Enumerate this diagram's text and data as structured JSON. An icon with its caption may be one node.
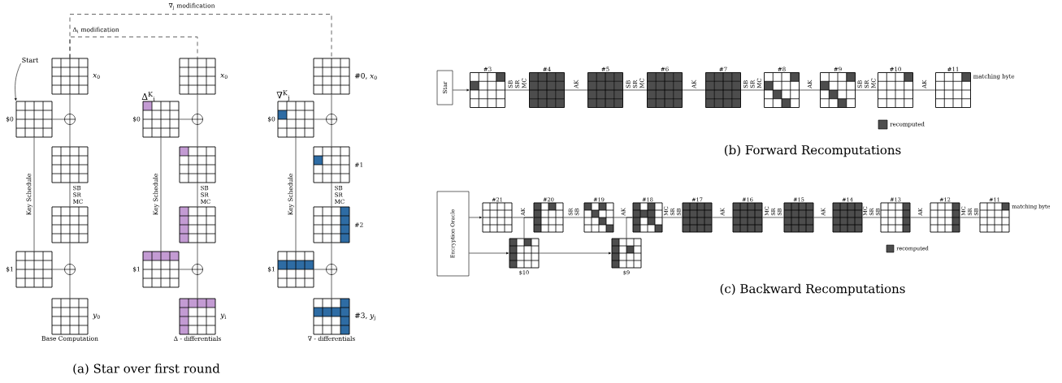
{
  "diagram": {
    "nodes": [
      {
        "text": [
          "Start"
        ]
      },
      {
        "text": [],
        "shape": "grid",
        "beside": [
          "*x*$_{0}$"
        ]
      },
      {
        "text": [],
        "shape": "grid",
        "beside": [
          "$0"
        ]
      },
      {
        "text": [],
        "shape": "circle"
      },
      {
        "text": [],
        "shape": "grid"
      },
      {
        "text": [],
        "shape": "grid"
      },
      {
        "text": [],
        "shape": "grid",
        "beside": [
          "$1"
        ]
      },
      {
        "text": [],
        "shape": "circle"
      },
      {
        "text": [],
        "shape": "grid",
        "beside": [
          "*y*$_{0}$",
          "Base Computation"
        ]
      },
      {
        "text": [],
        "shape": "grid",
        "beside": [
          "*x*$_{0}$"
        ]
      },
      {
        "text": [],
        "shape": "grid",
        "beside": [
          "Δ$^{K}$$_{i}$",
          "$0"
        ]
      },
      {
        "text": [],
        "shape": "circle"
      },
      {
        "text": [],
        "shape": "grid"
      },
      {
        "text": [],
        "shape": "grid"
      },
      {
        "text": [],
        "shape": "grid",
        "beside": [
          "$1"
        ]
      },
      {
        "text": [],
        "shape": "circle"
      },
      {
        "text": [],
        "shape": "grid",
        "beside": [
          "*y*$_{i}$",
          "Δ - differentials"
        ]
      },
      {
        "text": [],
        "shape": "grid",
        "beside": [
          "#0, *x*$_{0}$"
        ]
      },
      {
        "text": [],
        "shape": "grid",
        "beside": [
          "∇$^{K}$$_{j}$",
          "$0"
        ]
      },
      {
        "text": [],
        "shape": "circle"
      },
      {
        "text": [],
        "shape": "grid",
        "beside": [
          "#1"
        ]
      },
      {
        "text": [],
        "shape": "grid",
        "beside": [
          "#2"
        ]
      },
      {
        "text": [],
        "shape": "grid",
        "beside": [
          "$1"
        ]
      },
      {
        "text": [],
        "shape": "circle"
      },
      {
        "text": [],
        "shape": "grid",
        "beside": [
          "#3, *y*$_{j}$",
          "∇ - differentials"
        ]
      },
      {
        "text": [
          "Star"
        ]
      },
      {
        "text": [],
        "shape": "grid",
        "beside": [
          "#3"
        ]
      },
      {
        "text": [],
        "shape": "grid",
        "beside": [
          "#4"
        ]
      },
      {
        "text": [],
        "shape": "grid",
        "beside": [
          "#5"
        ]
      },
      {
        "text": [],
        "shape": "grid",
        "beside": [
          "#6"
        ]
      },
      {
        "text": [],
        "shape": "grid",
        "beside": [
          "#7"
        ]
      },
      {
        "text": [],
        "shape": "grid",
        "beside": [
          "#8"
        ]
      },
      {
        "text": [],
        "shape": "grid",
        "beside": [
          "#9"
        ]
      },
      {
        "text": [],
        "shape": "grid",
        "beside": [
          "#10"
        ]
      },
      {
        "text": [],
        "shape": "grid",
        "beside": [
          "#11",
          "matching byte"
        ]
      },
      {
        "text": [
          "Encryption Oracle"
        ]
      },
      {
        "text": [],
        "shape": "grid",
        "beside": [
          "#21"
        ]
      },
      {
        "text": [],
        "shape": "grid",
        "beside": [
          "#20"
        ]
      },
      {
        "text": [],
        "shape": "grid",
        "beside": [
          "#19"
        ]
      },
      {
        "text": [],
        "shape": "grid",
        "beside": [
          "#18"
        ]
      },
      {
        "text": [],
        "shape": "grid",
        "beside": [
          "#17"
        ]
      },
      {
        "text": [],
        "shape": "grid",
        "beside": [
          "#16"
        ]
      },
      {
        "text": [],
        "shape": "grid",
        "beside": [
          "#15"
        ]
      },
      {
        "text": [],
        "shape": "grid",
        "beside": [
          "#14"
        ]
      },
      {
        "text": [],
        "shape": "grid",
        "beside": [
          "#13"
        ]
      },
      {
        "text": [],
        "shape": "grid",
        "beside": [
          "#12"
        ]
      },
      {
        "text": [],
        "shape": "grid",
        "beside": [
          "#11",
          "matching byte"
        ]
      },
      {
        "text": [],
        "shape": "grid",
        "beside": [
          "$10"
        ]
      },
      {
        "text": [],
        "shape": "grid",
        "beside": [
          "$9"
        ]
      }
    ],
    "edges": [
      {
        "from": 0,
        "to": 2,
        "arrow": "to"
      },
      {
        "from": 1,
        "to": 9,
        "arrow": "none",
        "style": "dashed",
        "label": "Δ$_{i}$ modification"
      },
      {
        "from": 1,
        "to": 17,
        "arrow": "none",
        "style": "dashed",
        "label": "∇$_{j}$ modification"
      },
      {
        "from": 1,
        "to": 3,
        "arrow": "none"
      },
      {
        "from": 2,
        "to": 3,
        "arrow": "none"
      },
      {
        "from": 3,
        "to": 4,
        "arrow": "none"
      },
      {
        "from": 4,
        "to": 5,
        "arrow": "none",
        "label": "SB SR MC"
      },
      {
        "from": 5,
        "to": 7,
        "arrow": "none"
      },
      {
        "from": 6,
        "to": 7,
        "arrow": "none"
      },
      {
        "from": 7,
        "to": 8,
        "arrow": "none"
      },
      {
        "from": 2,
        "to": 6,
        "arrow": "none",
        "label": "Key Schedule"
      },
      {
        "from": 9,
        "to": 11,
        "arrow": "none"
      },
      {
        "from": 10,
        "to": 11,
        "arrow": "none"
      },
      {
        "from": 11,
        "to": 12,
        "arrow": "none"
      },
      {
        "from": 12,
        "to": 13,
        "arrow": "none",
        "label": "SB SR MC"
      },
      {
        "from": 13,
        "to": 15,
        "arrow": "none"
      },
      {
        "from": 14,
        "to": 15,
        "arrow": "none"
      },
      {
        "from": 15,
        "to": 16,
        "arrow": "none"
      },
      {
        "from": 10,
        "to": 14,
        "arrow": "none",
        "label": "Key Schedule"
      },
      {
        "from": 17,
        "to": 19,
        "arrow": "none"
      },
      {
        "from": 18,
        "to": 19,
        "arrow": "none"
      },
      {
        "from": 19,
        "to": 20,
        "arrow": "none"
      },
      {
        "from": 20,
        "to": 21,
        "arrow": "none",
        "label": "SB SR MC"
      },
      {
        "from": 21,
        "to": 23,
        "arrow": "none"
      },
      {
        "from": 22,
        "to": 23,
        "arrow": "none"
      },
      {
        "from": 23,
        "to": 24,
        "arrow": "none"
      },
      {
        "from": 18,
        "to": 22,
        "arrow": "none",
        "label": "Key Schedule"
      },
      {
        "from": 25,
        "to": 26,
        "arrow": "to"
      },
      {
        "from": 26,
        "to": 27,
        "arrow": "none",
        "label": "SB SR MC"
      },
      {
        "from": 27,
        "to": 28,
        "arrow": "none",
        "label": "AK"
      },
      {
        "from": 28,
        "to": 29,
        "arrow": "none",
        "label": "SB SR MC"
      },
      {
        "from": 29,
        "to": 30,
        "arrow": "none",
        "label": "AK"
      },
      {
        "from": 30,
        "to": 31,
        "arrow": "none",
        "label": "SB SR MC"
      },
      {
        "from": 31,
        "to": 32,
        "arrow": "none",
        "label": "AK"
      },
      {
        "from": 32,
        "to": 33,
        "arrow": "none",
        "label": "SB SR MC"
      },
      {
        "from": 33,
        "to": 34,
        "arrow": "none",
        "label": "AK"
      },
      {
        "from": 35,
        "to": 36,
        "arrow": "to"
      },
      {
        "from": 35,
        "to": 47,
        "arrow": "to"
      },
      {
        "from": 47,
        "to": 48,
        "arrow": "to"
      },
      {
        "from": 36,
        "to": 37,
        "arrow": "none",
        "label": "AK"
      },
      {
        "from": 47,
        "to": 37,
        "arrow": "none"
      },
      {
        "from": 37,
        "to": 38,
        "arrow": "none",
        "label": "SR SB"
      },
      {
        "from": 38,
        "to": 39,
        "arrow": "none",
        "label": "AK"
      },
      {
        "from": 48,
        "to": 39,
        "arrow": "none"
      },
      {
        "from": 39,
        "to": 40,
        "arrow": "none",
        "label": "MC SR SB"
      },
      {
        "from": 40,
        "to": 41,
        "arrow": "none",
        "label": "AK"
      },
      {
        "from": 41,
        "to": 42,
        "arrow": "none",
        "label": "MC SR SB"
      },
      {
        "from": 42,
        "to": 43,
        "arrow": "none",
        "label": "AK"
      },
      {
        "from": 43,
        "to": 44,
        "arrow": "none",
        "label": "MC SR SB"
      },
      {
        "from": 44,
        "to": 45,
        "arrow": "none",
        "label": "AK"
      },
      {
        "from": 45,
        "to": 46,
        "arrow": "none",
        "label": "MC SR SB"
      }
    ],
    "labels": [
      "(a) Star over first round",
      "(b) Forward Recomputations",
      "(c) Backward Recomputations"
    ],
    "legend": [
      {
        "text": "recomputed",
        "color": "#4d4d4d"
      },
      {
        "text": "recomputed",
        "color": "#4d4d4d"
      }
    ]
  }
}
